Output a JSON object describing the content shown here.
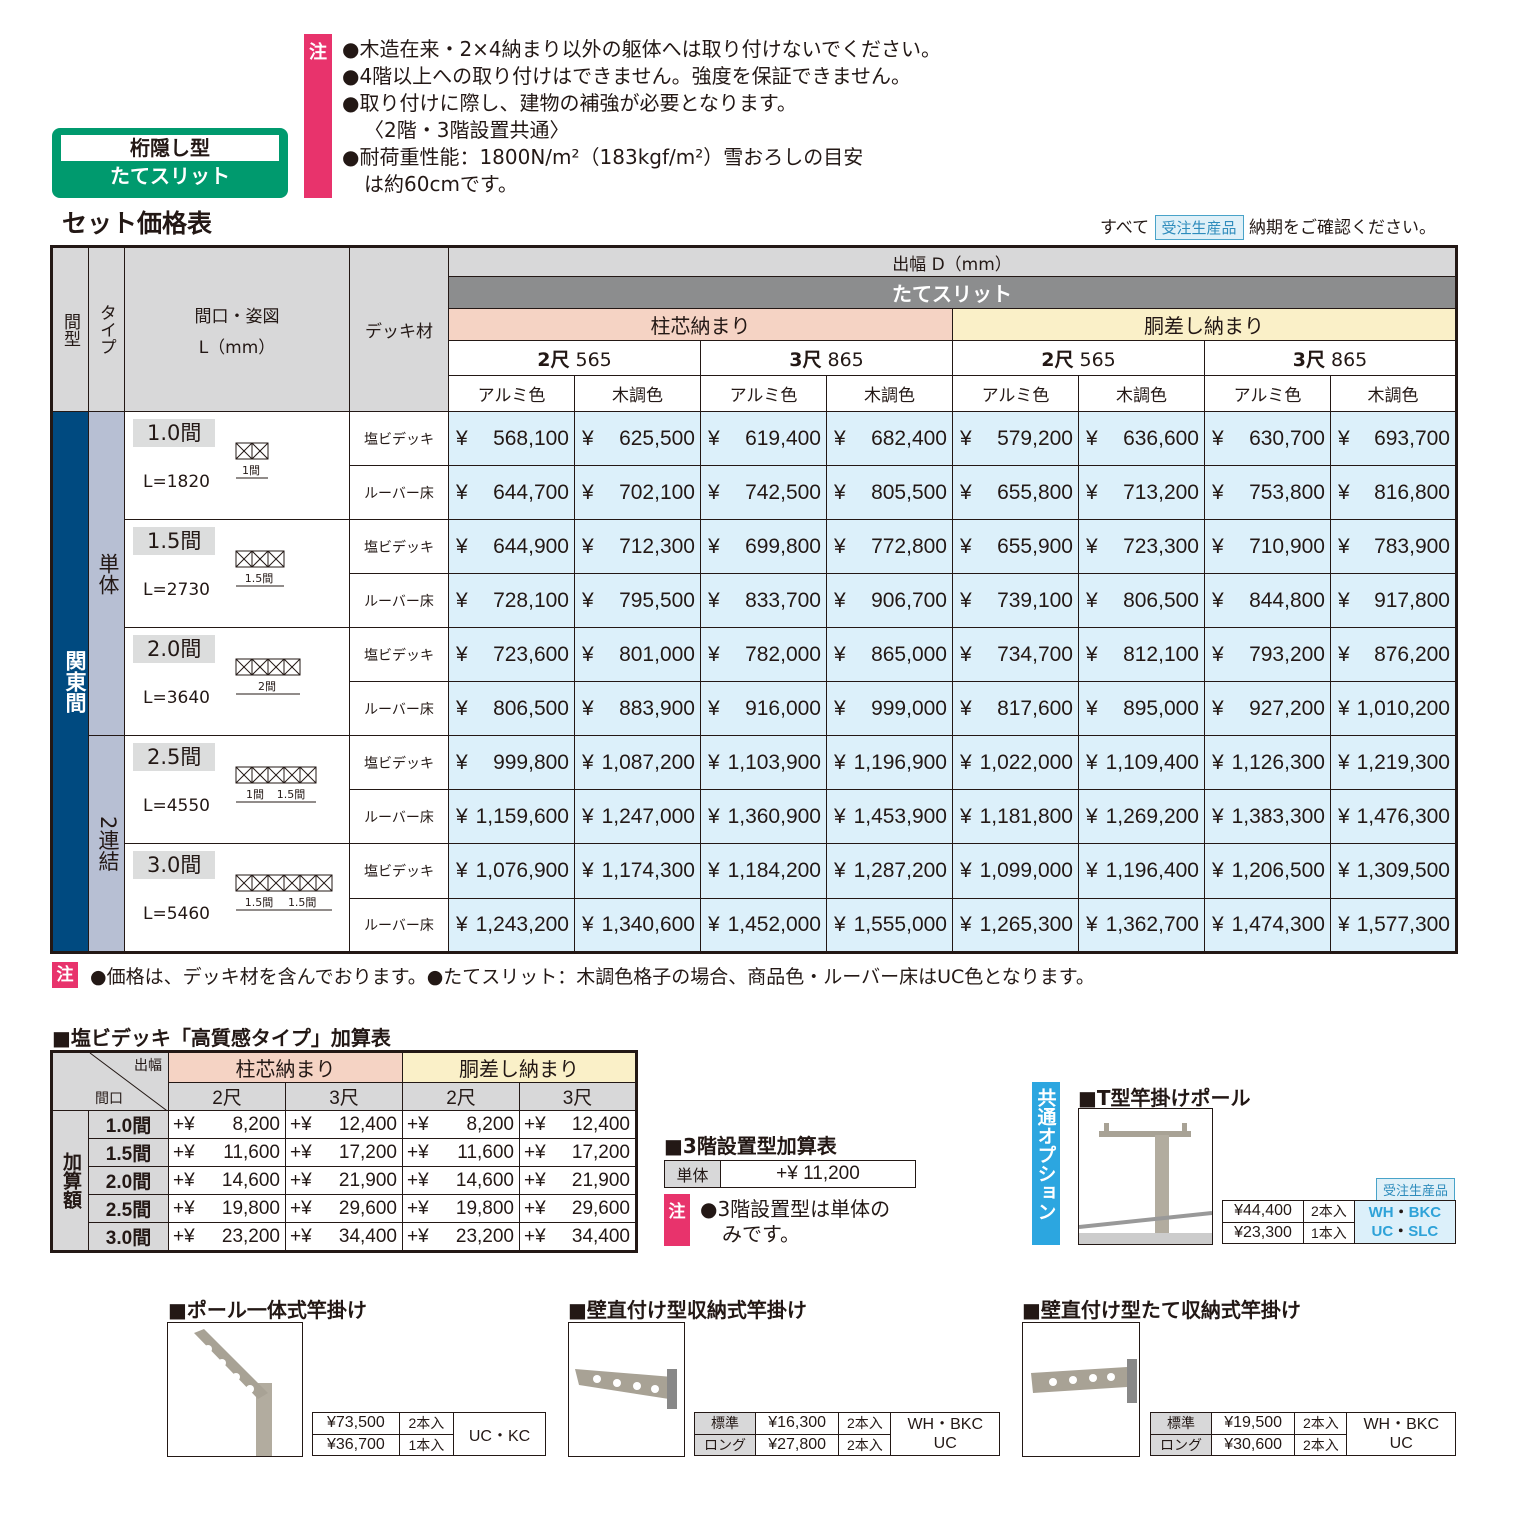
{
  "badge": {
    "line1": "桁隠し型",
    "line2": "たてスリット"
  },
  "title": "セット価格表",
  "chu": "注",
  "notes": [
    "●木造在来・2×4納まり以外の躯体へは取り付けないでください。",
    "●4階以上への取り付けはできません。強度を保証できません。",
    "●取り付けに際し、建物の補強が必要となります。",
    "〈2階・3階設置共通〉",
    "●耐荷重性能：1800N/m²（183kgf/m²）雪おろしの目安",
    "は約60cmです。"
  ],
  "stock": {
    "pre": "すべて",
    "tag": "受注生産品",
    "post": "納期をご確認ください。"
  },
  "header": {
    "ma": "間型",
    "type": "タイプ",
    "maguchi": "間口・姿図",
    "Lmm": "L（mm）",
    "deck": "デッキ材",
    "debaba": "出幅 D（mm）",
    "slit": "たてスリット",
    "hashira": "柱芯納まり",
    "dosashi": "胴差し納まり",
    "d1": "2尺",
    "d1v": "565",
    "d2": "3尺",
    "d2v": "865",
    "alu": "アルミ色",
    "wood": "木調色"
  },
  "kanto": "関東間",
  "tan": "単体",
  "ren": "2連結",
  "decks": [
    "塩ビデッキ",
    "ルーバー床"
  ],
  "yen": "¥",
  "sizes": [
    {
      "label": "1.0間",
      "L": "L=1820",
      "dim": "1間",
      "rows": [
        [
          "568,100",
          "625,500",
          "619,400",
          "682,400",
          "579,200",
          "636,600",
          "630,700",
          "693,700"
        ],
        [
          "644,700",
          "702,100",
          "742,500",
          "805,500",
          "655,800",
          "713,200",
          "753,800",
          "816,800"
        ]
      ]
    },
    {
      "label": "1.5間",
      "L": "L=2730",
      "dim": "1.5間",
      "rows": [
        [
          "644,900",
          "712,300",
          "699,800",
          "772,800",
          "655,900",
          "723,300",
          "710,900",
          "783,900"
        ],
        [
          "728,100",
          "795,500",
          "833,700",
          "906,700",
          "739,100",
          "806,500",
          "844,800",
          "917,800"
        ]
      ]
    },
    {
      "label": "2.0間",
      "L": "L=3640",
      "dim": "2間",
      "rows": [
        [
          "723,600",
          "801,000",
          "782,000",
          "865,000",
          "734,700",
          "812,100",
          "793,200",
          "876,200"
        ],
        [
          "806,500",
          "883,900",
          "916,000",
          "999,000",
          "817,600",
          "895,000",
          "927,200",
          "1,010,200"
        ]
      ]
    },
    {
      "label": "2.5間",
      "L": "L=4550",
      "dim": "1間",
      "dim2": "1.5間",
      "rows": [
        [
          "999,800",
          "1,087,200",
          "1,103,900",
          "1,196,900",
          "1,022,000",
          "1,109,400",
          "1,126,300",
          "1,219,300"
        ],
        [
          "1,159,600",
          "1,247,000",
          "1,360,900",
          "1,453,900",
          "1,181,800",
          "1,269,200",
          "1,383,300",
          "1,476,300"
        ]
      ]
    },
    {
      "label": "3.0間",
      "L": "L=5460",
      "dim": "1.5間",
      "dim2": "1.5間",
      "rows": [
        [
          "1,076,900",
          "1,174,300",
          "1,184,200",
          "1,287,200",
          "1,099,000",
          "1,196,400",
          "1,206,500",
          "1,309,500"
        ],
        [
          "1,243,200",
          "1,340,600",
          "1,452,000",
          "1,555,000",
          "1,265,300",
          "1,362,700",
          "1,474,300",
          "1,577,300"
        ]
      ]
    }
  ],
  "foot": "●価格は、デッキ材を含んでおります。●たてスリット：木調色格子の場合、商品色・ルーバー床はUC色となります。",
  "add": {
    "title": "■塩ビデッキ「高質感タイプ」加算表",
    "debaba": "出幅",
    "maguchi": "間口",
    "side": "加算額",
    "hashira": "柱芯納まり",
    "dosashi": "胴差し納まり",
    "c": [
      "2尺",
      "3尺",
      "2尺",
      "3尺"
    ],
    "plus": "+¥",
    "rows": [
      {
        "l": "1.0間",
        "v": [
          "8,200",
          "12,400",
          "8,200",
          "12,400"
        ]
      },
      {
        "l": "1.5間",
        "v": [
          "11,600",
          "17,200",
          "11,600",
          "17,200"
        ]
      },
      {
        "l": "2.0間",
        "v": [
          "14,600",
          "21,900",
          "14,600",
          "21,900"
        ]
      },
      {
        "l": "2.5間",
        "v": [
          "19,800",
          "29,600",
          "19,800",
          "29,600"
        ]
      },
      {
        "l": "3.0間",
        "v": [
          "23,200",
          "34,400",
          "23,200",
          "34,400"
        ]
      }
    ]
  },
  "floor3": {
    "title": "■3階設置型加算表",
    "k": "単体",
    "v": "+¥ 11,200",
    "note1": "●3階設置型は単体の",
    "note2": "みです。"
  },
  "common": {
    "side": "共通オプション",
    "title": "■T型竿掛けポール",
    "tag": "受注生産品",
    "p1": "¥44,400",
    "q1": "2本入",
    "p2": "¥23,300",
    "q2": "1本入",
    "c1a": "WH",
    "c1b": "BKC",
    "c2a": "UC",
    "c2b": "SLC",
    "dot": "・"
  },
  "pole": {
    "title": "■ポール一体式竿掛け",
    "p1": "¥73,500",
    "q1": "2本入",
    "p2": "¥36,700",
    "q2": "1本入",
    "color": "UC・KC"
  },
  "wall1": {
    "title": "■壁直付け型収納式竿掛け",
    "t1": "標準",
    "p1": "¥16,300",
    "q1": "2本入",
    "t2": "ロング",
    "p2": "¥27,800",
    "q2": "2本入",
    "c1": "WH・BKC",
    "c2": "UC"
  },
  "wall2": {
    "title": "■壁直付け型たて収納式竿掛け",
    "t1": "標準",
    "p1": "¥19,500",
    "q1": "2本入",
    "t2": "ロング",
    "p2": "¥30,600",
    "q2": "2本入",
    "c1": "WH・BKC",
    "c2": "UC"
  }
}
